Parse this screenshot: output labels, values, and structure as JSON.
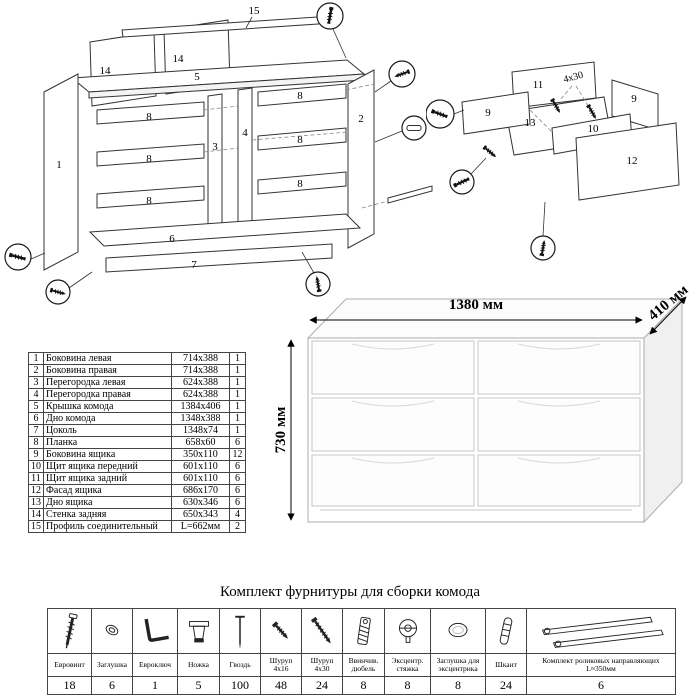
{
  "cabinet_diagram": {
    "labels": [
      "15",
      "14",
      "14",
      "5",
      "1",
      "8",
      "8",
      "8",
      "3",
      "4",
      "2",
      "8",
      "8",
      "8",
      "6",
      "7"
    ]
  },
  "drawer_diagram": {
    "labels": [
      "11",
      "4x30",
      "9",
      "9",
      "13",
      "10",
      "12"
    ]
  },
  "dimension_drawing": {
    "width_label": "1380 мм",
    "depth_label": "410 мм",
    "height_label": "730 мм"
  },
  "parts_table": {
    "rows": [
      {
        "num": "1",
        "name": "Боковина левая",
        "size": "714x388",
        "qty": "1"
      },
      {
        "num": "2",
        "name": "Боковина правая",
        "size": "714x388",
        "qty": "1"
      },
      {
        "num": "3",
        "name": "Перегородка левая",
        "size": "624x388",
        "qty": "1"
      },
      {
        "num": "4",
        "name": "Перегородка правая",
        "size": "624x388",
        "qty": "1"
      },
      {
        "num": "5",
        "name": "Крышка комода",
        "size": "1384x406",
        "qty": "1"
      },
      {
        "num": "6",
        "name": "Дно комода",
        "size": "1348x388",
        "qty": "1"
      },
      {
        "num": "7",
        "name": "Цоколь",
        "size": "1348x74",
        "qty": "1"
      },
      {
        "num": "8",
        "name": "Планка",
        "size": "658x60",
        "qty": "6"
      },
      {
        "num": "9",
        "name": "Боковина ящика",
        "size": "350x110",
        "qty": "12"
      },
      {
        "num": "10",
        "name": "Щит ящика передний",
        "size": "601x110",
        "qty": "6"
      },
      {
        "num": "11",
        "name": "Щит ящика задний",
        "size": "601x110",
        "qty": "6"
      },
      {
        "num": "12",
        "name": "Фасад ящика",
        "size": "686x170",
        "qty": "6"
      },
      {
        "num": "13",
        "name": "Дно ящика",
        "size": "630x346",
        "qty": "6"
      },
      {
        "num": "14",
        "name": "Стенка задняя",
        "size": "650x343",
        "qty": "4"
      },
      {
        "num": "15",
        "name": "Профиль соединительный",
        "size": "L=662мм",
        "qty": "2"
      }
    ]
  },
  "hardware": {
    "title": "Комплект фурнитуры для сборки комода",
    "items": [
      {
        "icon": "euroscrew-icon",
        "name": "Евровинт",
        "qty": "18"
      },
      {
        "icon": "plug-cap-icon",
        "name": "Заглушка",
        "qty": "6"
      },
      {
        "icon": "hex-key-icon",
        "name": "Евроключ",
        "qty": "1"
      },
      {
        "icon": "foot-icon",
        "name": "Ножка",
        "qty": "5"
      },
      {
        "icon": "nail-icon",
        "name": "Гвоздь",
        "qty": "100"
      },
      {
        "icon": "screw-4x16-icon",
        "name": "Шуруп 4x16",
        "qty": "48"
      },
      {
        "icon": "screw-4x30-icon",
        "name": "Шуруп 4x30",
        "qty": "24"
      },
      {
        "icon": "threaded-dowel-icon",
        "name": "Ввинчив. дюбель",
        "qty": "8"
      },
      {
        "icon": "cam-lock-icon",
        "name": "Эксцентр. стяжка",
        "qty": "8"
      },
      {
        "icon": "cam-cap-icon",
        "name": "Заглушка для эксцентрика",
        "qty": "8"
      },
      {
        "icon": "wood-dowel-icon",
        "name": "Шкант",
        "qty": "24"
      },
      {
        "icon": "roller-guides-icon",
        "name": "Комплект роликовых направляющих L≈350мм",
        "qty": "6"
      }
    ]
  }
}
